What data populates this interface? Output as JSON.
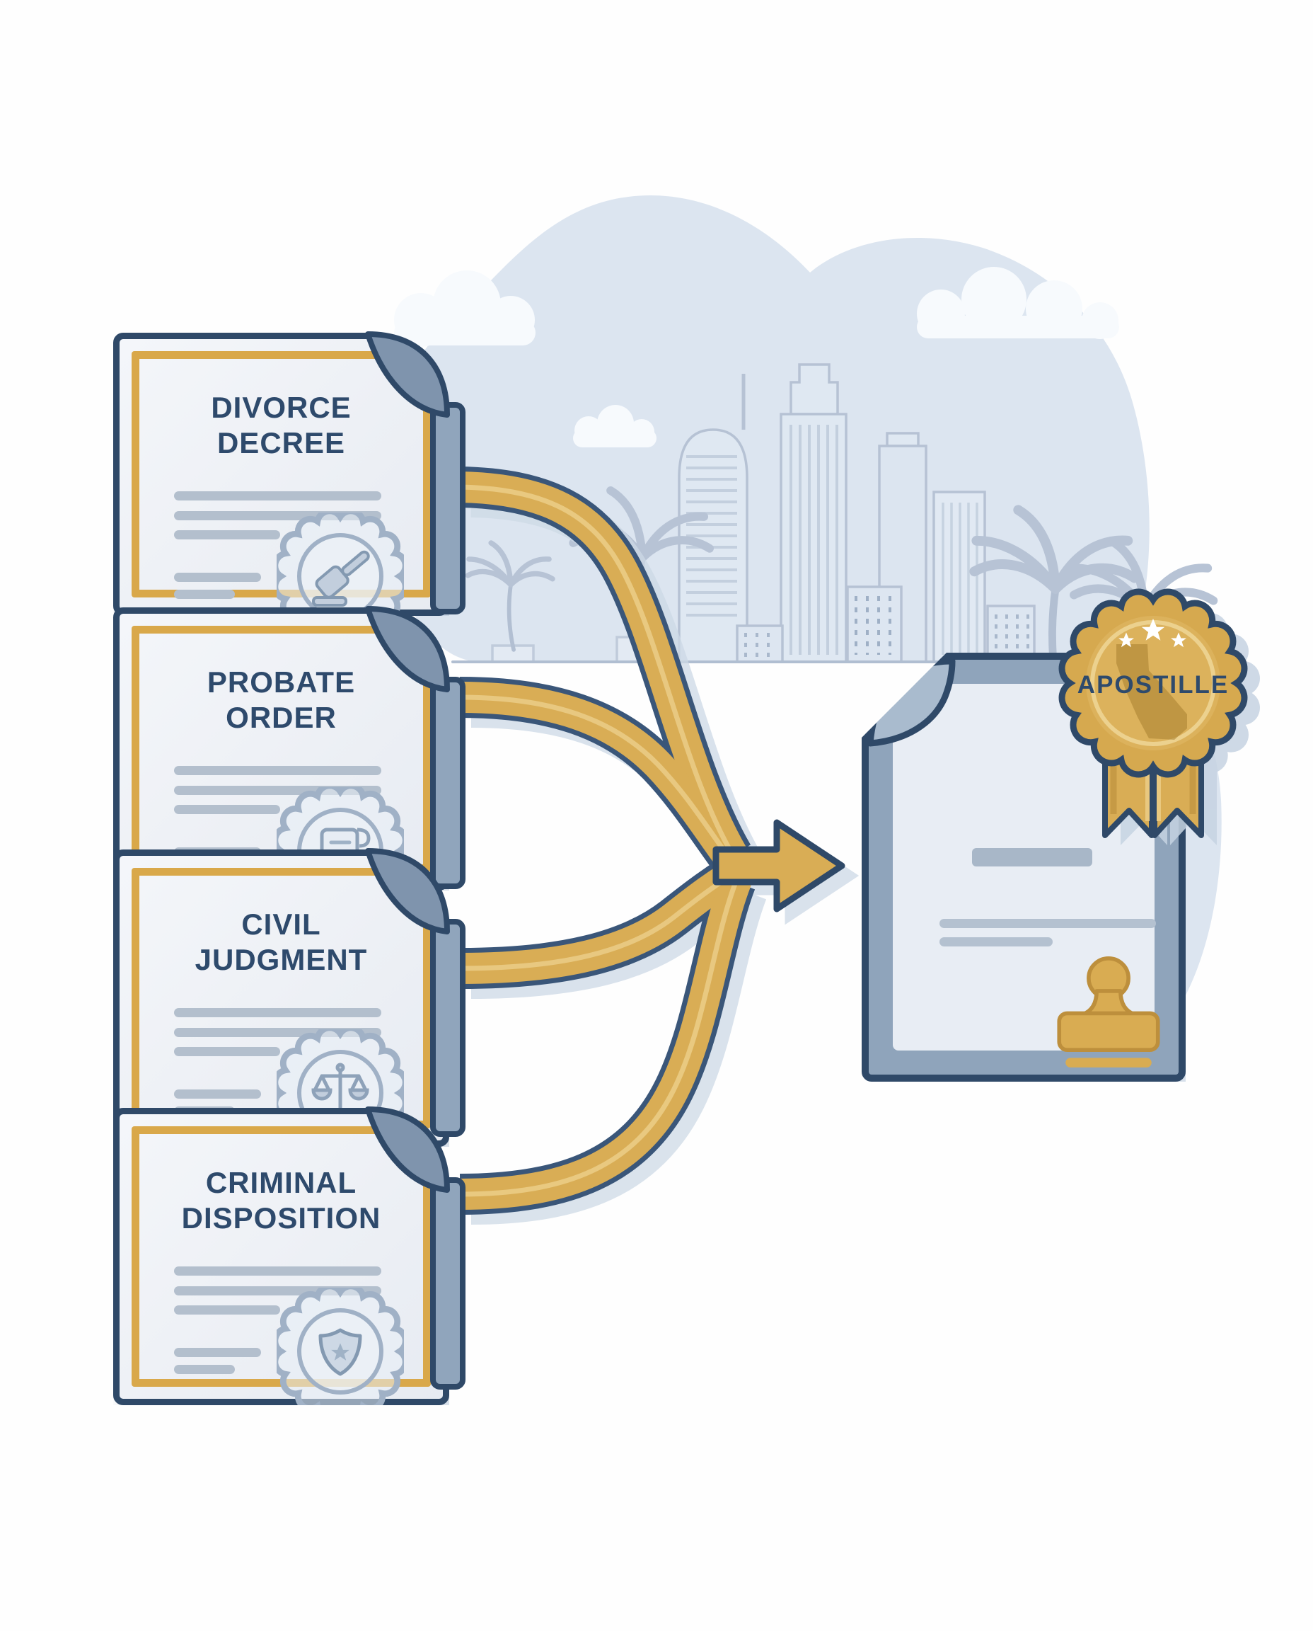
{
  "flow": {
    "documents": [
      {
        "id": "divorce-decree",
        "line1": "DIVORCE",
        "line2": "DECREE",
        "seal_icon": "gavel-seal-icon"
      },
      {
        "id": "probate-order",
        "line1": "PROBATE",
        "line2": "ORDER",
        "seal_icon": "scroll-seal-icon"
      },
      {
        "id": "civil-judgment",
        "line1": "CIVIL",
        "line2": "JUDGMENT",
        "seal_icon": "scales-seal-icon"
      },
      {
        "id": "criminal-disposition",
        "line1": "CRIMINAL",
        "line2": "DISPOSITION",
        "seal_icon": "police-badge-seal-icon"
      }
    ],
    "result": {
      "badge_label": "APOSTILLE",
      "star_count": 3,
      "state_icon": "california-map-icon",
      "stamp_icon": "rubber-stamp-icon"
    },
    "colors": {
      "gold": "#d9ad55",
      "gold_frame": "#d9a84a",
      "navy": "#2f4968",
      "title_navy": "#2e4a6c",
      "paper": "#eff2f6",
      "sky_blob": "#dce5f0",
      "fold_gray": "#90a5bc",
      "line_gray": "#b3bfcd"
    }
  }
}
